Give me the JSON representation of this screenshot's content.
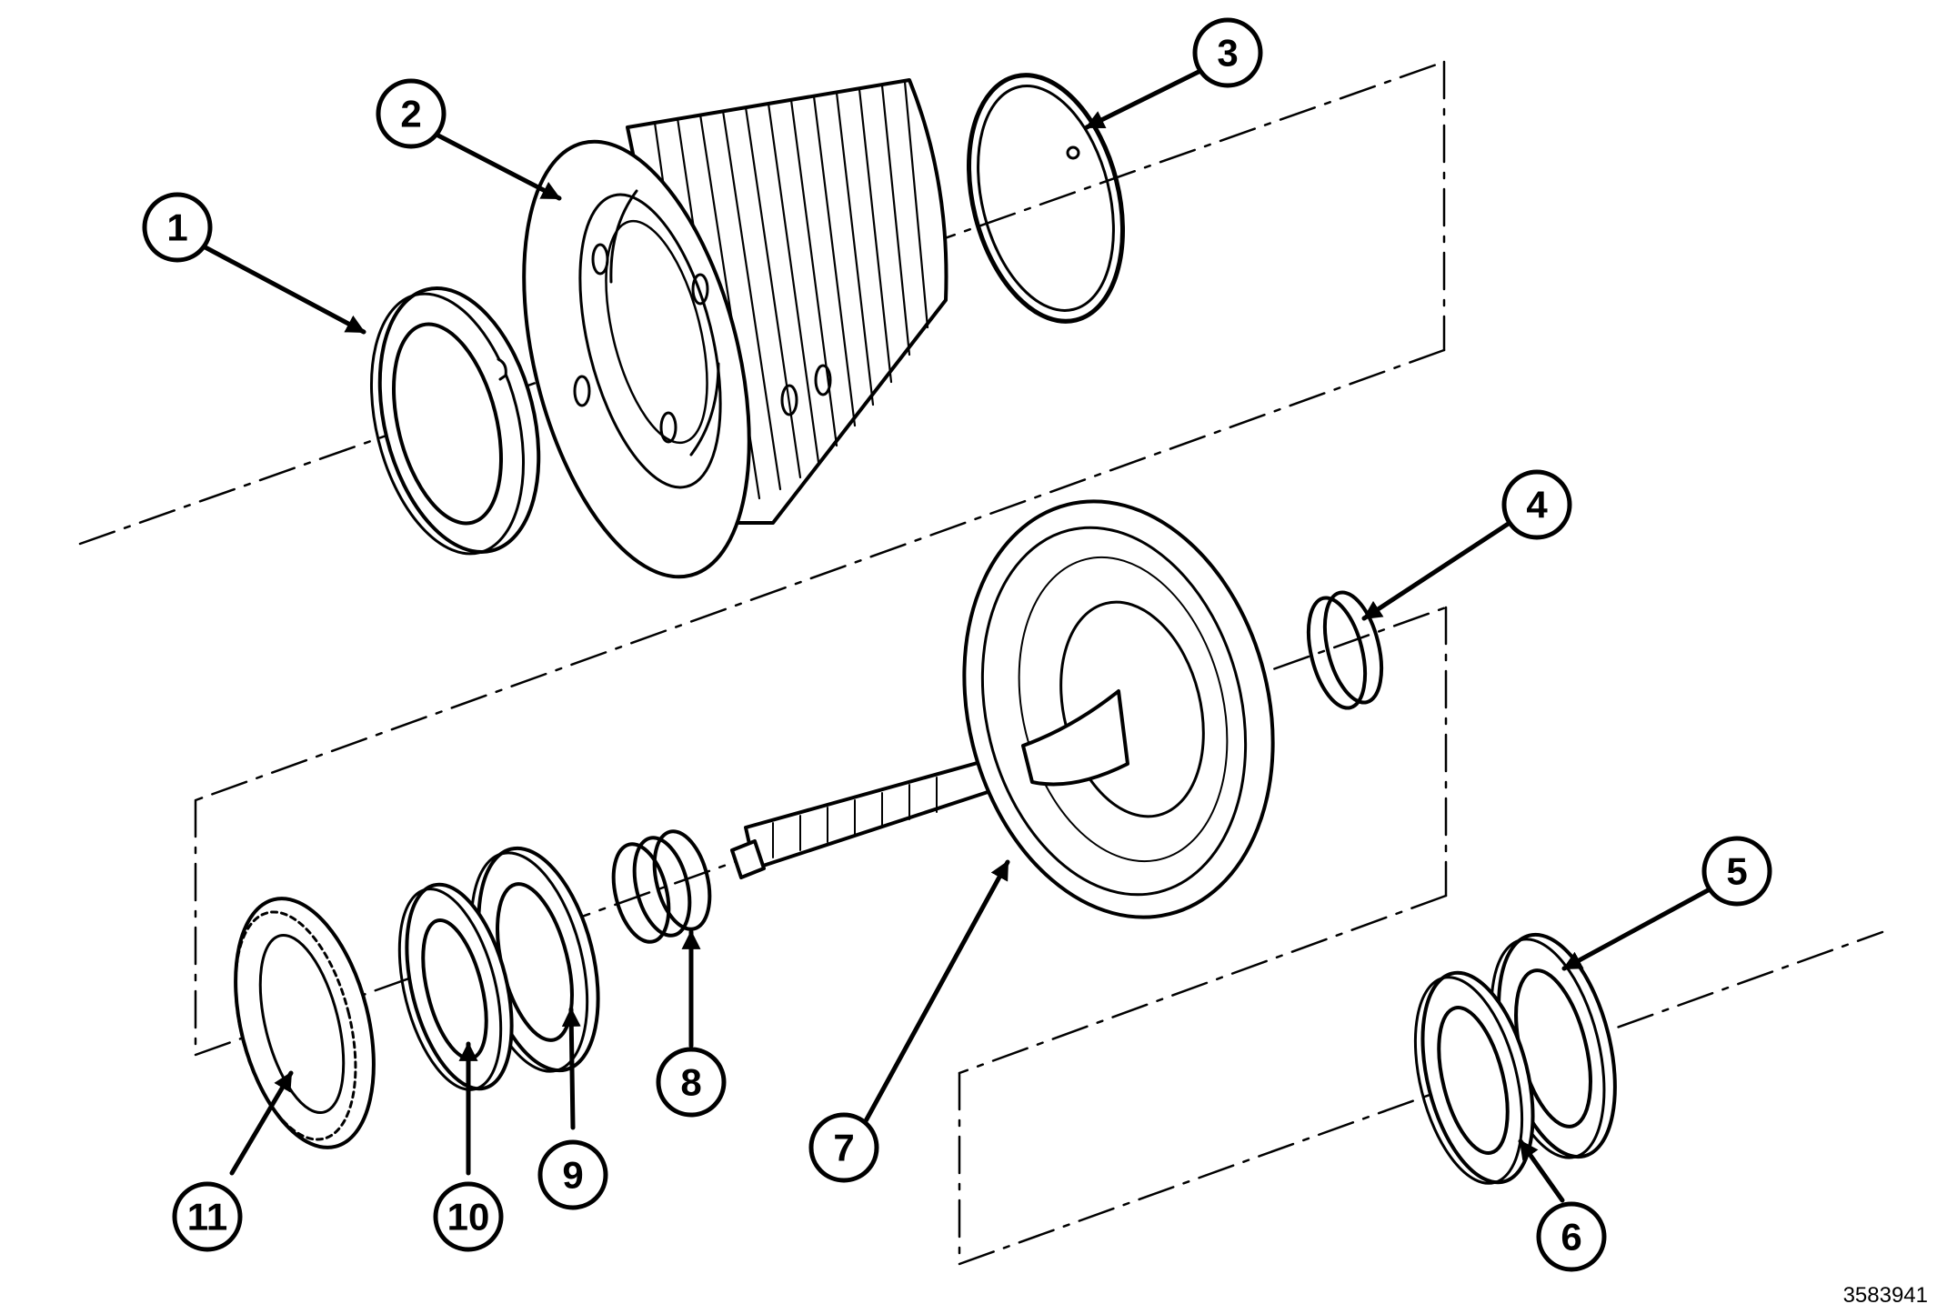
{
  "figure_id": "3583941",
  "colors": {
    "ink": "#000000",
    "paper": "#ffffff"
  },
  "callouts": [
    {
      "id": "1",
      "label": "1"
    },
    {
      "id": "2",
      "label": "2"
    },
    {
      "id": "3",
      "label": "3"
    },
    {
      "id": "4",
      "label": "4"
    },
    {
      "id": "5",
      "label": "5"
    },
    {
      "id": "6",
      "label": "6"
    },
    {
      "id": "7",
      "label": "7"
    },
    {
      "id": "8",
      "label": "8"
    },
    {
      "id": "9",
      "label": "9"
    },
    {
      "id": "10",
      "label": "10"
    },
    {
      "id": "11",
      "label": "11"
    }
  ]
}
